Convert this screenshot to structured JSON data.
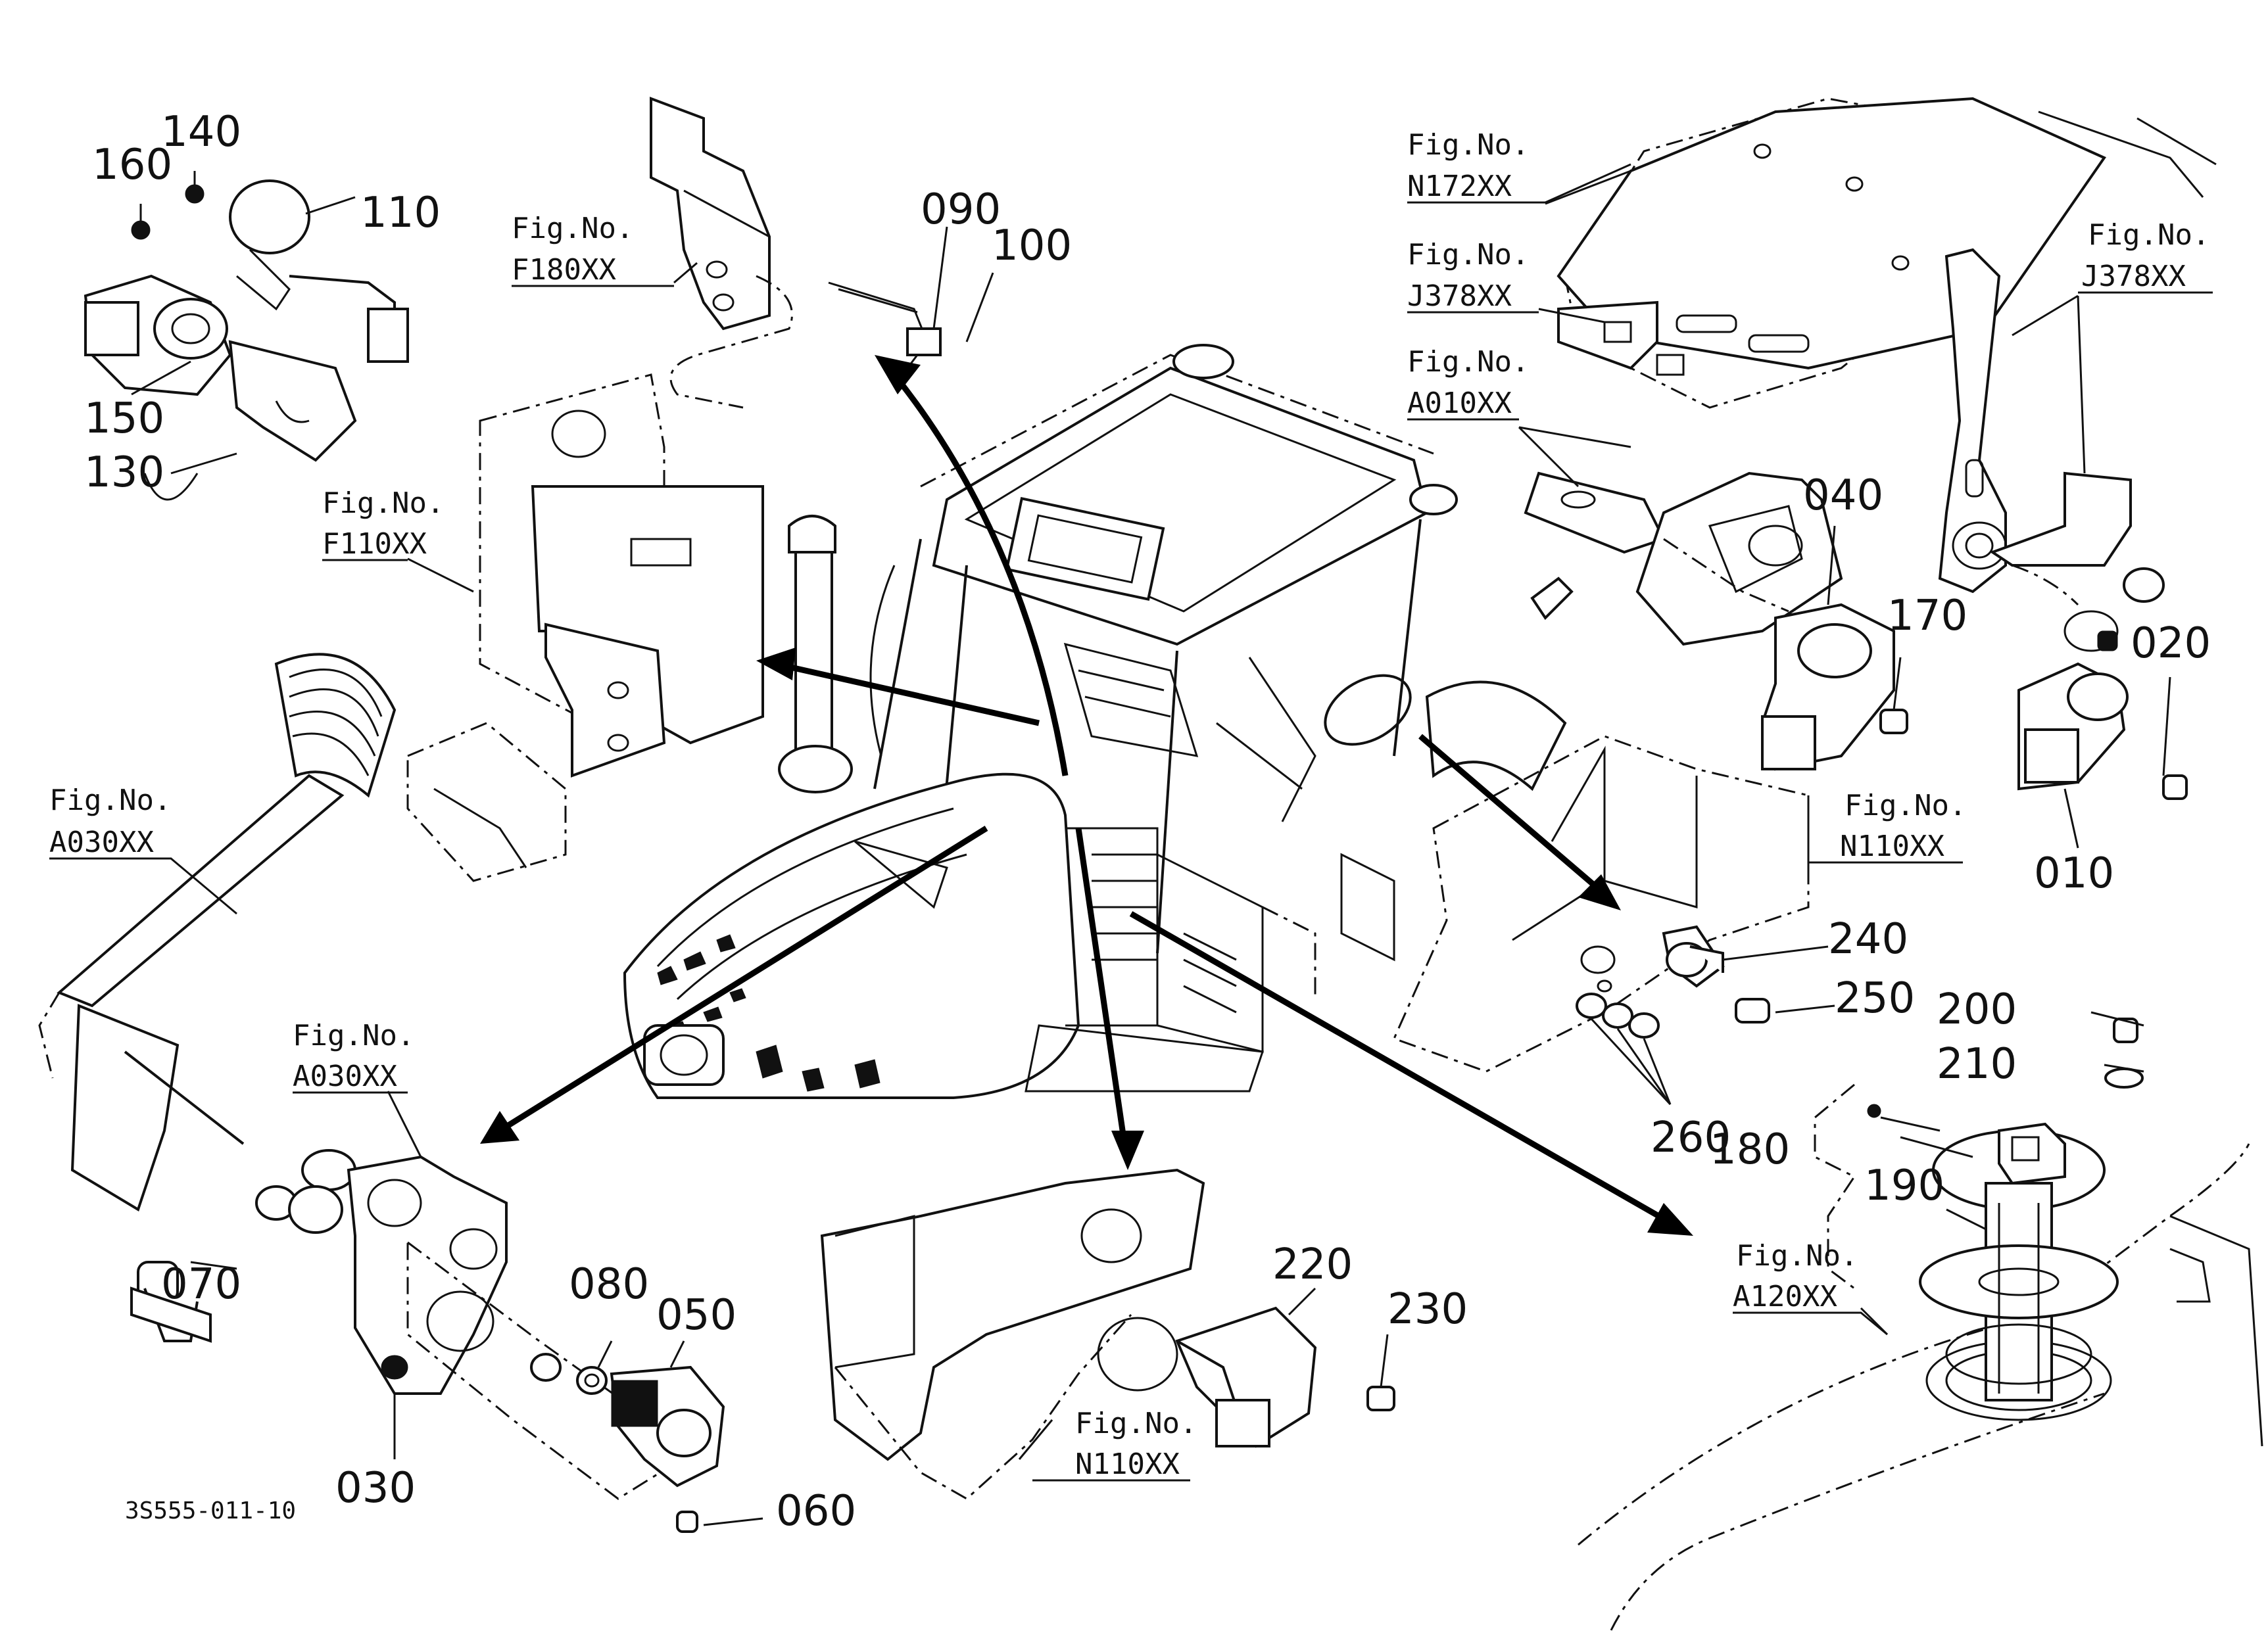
{
  "labels": {
    "fig_prefix": "Fig.No.",
    "figs": {
      "f180": "F180XX",
      "f110": "F110XX",
      "a030_left": "A030XX",
      "a030_bottom": "A030XX",
      "n172": "N172XX",
      "j378_mid": "J378XX",
      "a010": "A010XX",
      "j378_right": "J378XX",
      "n110_right": "N110XX",
      "n110_bottom": "N110XX",
      "a120": "A120XX"
    },
    "parts": {
      "p010": "010",
      "p020": "020",
      "p030": "030",
      "p040": "040",
      "p050": "050",
      "p060": "060",
      "p070": "070",
      "p080": "080",
      "p090": "090",
      "p100": "100",
      "p110": "110",
      "p130": "130",
      "p140": "140",
      "p150": "150",
      "p160": "160",
      "p170": "170",
      "p180": "180",
      "p190": "190",
      "p200": "200",
      "p210": "210",
      "p220": "220",
      "p230": "230",
      "p240": "240",
      "p250": "250",
      "p260": "260"
    },
    "doc_code": "3S555-011-10"
  }
}
